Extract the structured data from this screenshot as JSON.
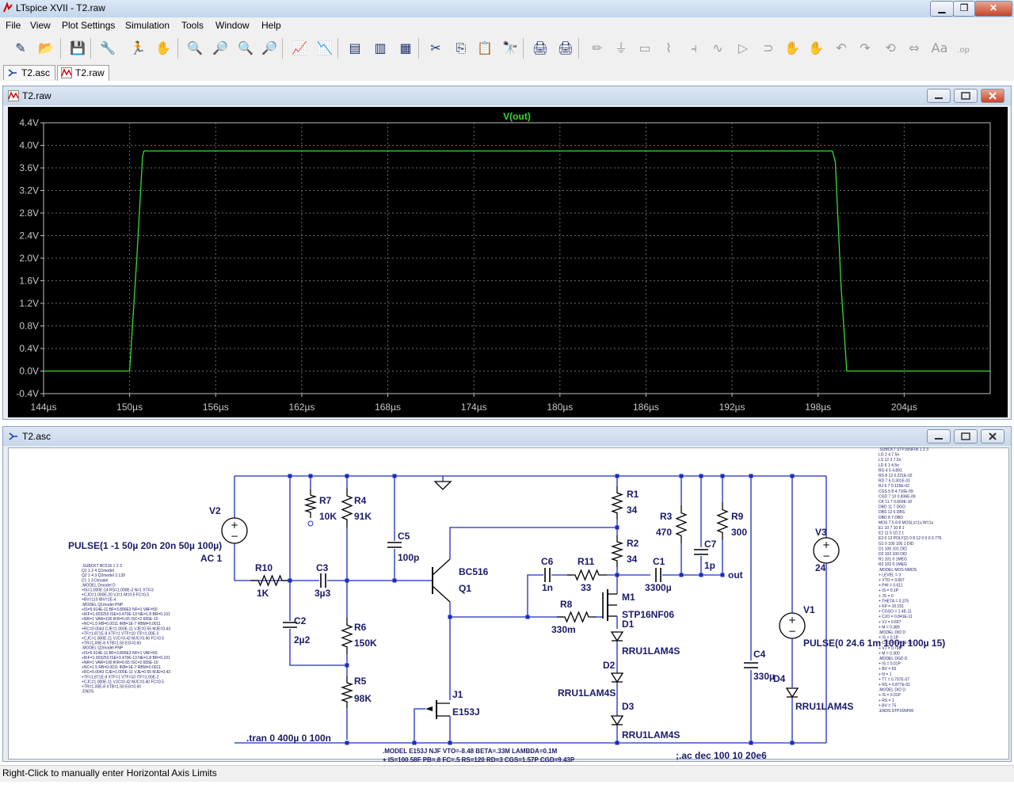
{
  "window": {
    "title": "LTspice XVII - T2.raw"
  },
  "menu": [
    "File",
    "View",
    "Plot Settings",
    "Simulation",
    "Tools",
    "Window",
    "Help"
  ],
  "toolbar": {
    "icons": [
      "new-schematic-icon",
      "open-icon",
      "save-icon",
      "control-panel-icon",
      "run-icon",
      "halt-icon",
      "zoom-in-icon",
      "zoom-full-icon",
      "zoom-out-icon",
      "zoom-fit-icon",
      "plot-settings-icon",
      "autorange-icon",
      "tile-horizontal-icon",
      "cascade-icon",
      "tile-vertical-icon",
      "cut-icon",
      "copy-icon",
      "paste-icon",
      "find-icon",
      "print-icon",
      "print-setup-icon",
      "wire-icon",
      "ground-icon",
      "label-icon",
      "resistor-icon",
      "capacitor-icon",
      "inductor-icon",
      "diode-icon",
      "component-icon",
      "move-icon",
      "drag-icon",
      "undo-icon",
      "redo-icon",
      "rotate-icon",
      "mirror-icon",
      "text-icon",
      "spice-directive-icon"
    ]
  },
  "tabs": [
    {
      "label": "T2.asc",
      "active": false,
      "icon": "schematic-tab-icon"
    },
    {
      "label": "T2.raw",
      "active": true,
      "icon": "waveform-tab-icon"
    }
  ],
  "plot_window": {
    "title": "T2.raw",
    "trace_label": "V(out)",
    "trace_color": "#33dd33",
    "background": "#000000"
  },
  "chart_data": {
    "type": "line",
    "title": "",
    "xlabel": "",
    "ylabel": "",
    "x_ticks": [
      "144µs",
      "150µs",
      "156µs",
      "162µs",
      "168µs",
      "174µs",
      "180µs",
      "186µs",
      "192µs",
      "198µs",
      "204µs"
    ],
    "y_ticks": [
      "4.4V",
      "4.0V",
      "3.6V",
      "3.2V",
      "2.8V",
      "2.4V",
      "2.0V",
      "1.6V",
      "1.2V",
      "0.8V",
      "0.4V",
      "0.0V",
      "-0.4V"
    ],
    "xlim": [
      144,
      210
    ],
    "ylim": [
      -0.4,
      4.4
    ],
    "series": [
      {
        "name": "V(out)",
        "x": [
          144,
          150.0,
          150.5,
          150.9,
          151.0,
          199.0,
          199.2,
          199.6,
          200.0,
          210
        ],
        "y": [
          0.0,
          0.0,
          2.0,
          3.8,
          3.9,
          3.9,
          3.7,
          1.5,
          0.0,
          0.0
        ]
      }
    ]
  },
  "schematic_window": {
    "title": "T2.asc",
    "labels": {
      "V2": "V2",
      "V2_pulse": "PULSE(1 -1 50µ 20n 20n 50µ 100µ)",
      "V2_ac": "AC 1",
      "R10": "R10",
      "R10v": "1K",
      "R7": "R7",
      "R7v": "10K",
      "R4": "R4",
      "R4v": "91K",
      "C3": "C3",
      "C3v": "3µ3",
      "C2": "C2",
      "C2v": "2µ2",
      "R6": "R6",
      "R6v": "150K",
      "R5": "R5",
      "R5v": "98K",
      "C5": "C5",
      "C5v": "100p",
      "Q1type": "BC516",
      "Q1": "Q1",
      "J1": "J1",
      "J1type": "E153J",
      "C6": "C6",
      "C6v": "1n",
      "R11": "R11",
      "R11v": "33",
      "R8": "R8",
      "R8v": "330m",
      "M1": "M1",
      "M1type": "STP16NF06",
      "R1": "R1",
      "R1v": "34",
      "R2": "R2",
      "R2v": "34",
      "C1": "C1",
      "C1v": "3300µ",
      "R3": "R3",
      "R3v": "470",
      "C7": "C7",
      "C7v": "1p",
      "R9": "R9",
      "R9v": "300",
      "out": "out",
      "D1": "D1",
      "D1type": "RRU1LAM4S",
      "D2": "D2",
      "D2type": "RRU1LAM4S",
      "D3": "D3",
      "D3type": "RRU1LAM4S",
      "C4": "C4",
      "C4v": "330µ",
      "V1": "V1",
      "V1_pulse": "PULSE(0 24.6 1m 100µ 100µ 15)",
      "D4": "D4",
      "D4type": "RRU1LAM4S",
      "V3": "V3",
      "V3v": "24",
      "tran": ".tran 0 400µ 0 100n",
      "ac": ";.ac dec 100 10 20e6",
      "model1": ".MODEL E153J NJF VTO=-8.48 BETA=.33M LAMBDA=0.1M",
      "model2": "+ IS=100.58F PB=.8 FC=.5 RS=120 RD=3 CGS=1.57P CGD=9.43P",
      "model3": ".ENDS"
    },
    "left_netlist": [
      ".SUBCKT BC516 1 2 3",
      "Q1 1 2 4 Q1model",
      "Q2 1 4 3 Q2model 2.139",
      "D1 1 3 Dmodel",
      ".MODEL Dmodel D",
      "+IS=1.000E-14  RS=1.000E-3  N=1  XTI=3",
      "+CJO=1.000E-20  VJ=1  M=0.5  FC=0.5",
      "+BV=110  IBV=1E-4",
      ".MODEL Q1model PNP",
      "+IS=5.914E-11  BF=3.896E3  NF=1  VAF=50",
      "+IKF=1.003250  ISE=3.470E-13  NE=1.8  BR=0.101",
      "+NR=1  VAR=100  IKR=0.65  ISC=2.655E-10",
      "+NC=1.5  RB=0.0011  IRB=1E-7  RBM=0.0011",
      "+RC=0.0043  CJE=1.000E-11  VJE=0.55  MJE=0.43",
      "+TF=1.871E-9  XTF=1  VTF=10  ITF=1.00E-2",
      "+CJC=1.000E-11  VJC=0.42  MJC=0.40  FC=0.5",
      "+TR=1.00E-8  XTB=1.50  EG=0.60",
      ".MODEL Q2model PNP",
      "+IS=5.914E-11  BF=3.896E3  NF=1  VAF=50",
      "+IKF=1.003250  ISE=3.470E-13  NE=1.8  BR=0.101",
      "+NR=1  VAR=100  IKR=0.65  ISC=2.655E-10",
      "+NC=1.5  RB=0.0011  IRB=1E-7  RBM=0.0011",
      "+RC=0.0043  CJE=1.000E-11  VJE=0.55  MJE=0.43",
      "+TF=1.871E-9  XTF=1  VTF=10  ITF=1.00E-2",
      "+CJC=1.000E-11  VJC=0.42  MJC=0.40  FC=0.5",
      "+TR=1.00E-8  XTB=1.50  EG=0.60",
      ".ENDS"
    ],
    "right_netlist": [
      ".SUBCKT STP16NF06 1 2 3",
      "LG 2 4 7.5n",
      "LS 12 3 7.5n",
      "LD 6 1 4.5n",
      "RG 4 5 4.891",
      "RS 8 12 0.221E-02",
      "RD 7 6 0.301E-01",
      "RJ 6 7 0.125E-02",
      "CGS 5 8 4.716E-09",
      "CGD 7 10 0.836E-09",
      "CK 11 7 0.669E-10",
      "DBD 11 7 DGD",
      "DBS 12 6 DBS",
      "DBD 8 7 DBD",
      "MOS 7 5 8 8 MOSLs=1u W=1u",
      "E1 10 7 10 8 1",
      "E2 11 5 10 2 1",
      "E3 0 13 POLY(2) 0 8 12 0 0 0 0.776",
      "G1 0 100 100 1 DID",
      "D1 100 101 DID",
      "D2 102 100 DID",
      "R1 101 0 1MEG",
      "R2 102 0 1MEG",
      ".MODEL MOS NMOS",
      "+ LEVEL = 3",
      "+ VTO = 3.667",
      "+ PHI = 0.611",
      "+ IS = 0.1P",
      "+ JS = 0",
      "+ THETA = 0.375",
      "+ KP = 10.151",
      "+ CGSO = 1.4E-11",
      "+ CJO = 0.841E-11",
      "+ VJ = 0.697",
      "+ M = 0.389",
      ".MODEL DID D",
      "+ IS = 0.1P",
      "+ CJO = 0.840E-12",
      "+ VJ = 0.798",
      "+ M = 0.300",
      ".MODEL DGD D",
      "+ IS = 0.01P",
      "+ BV = 65",
      "+ N = 1",
      "+ TT = 0.707E-07",
      "+ RS = 0.877E-01",
      ".MODEL DID D",
      "+ IS = 0.01P",
      "+ RS = 1",
      "+ BV = 75",
      ".ENDS STP16NF06"
    ]
  },
  "status": {
    "text": "Right-Click to manually enter Horizontal Axis Limits"
  }
}
